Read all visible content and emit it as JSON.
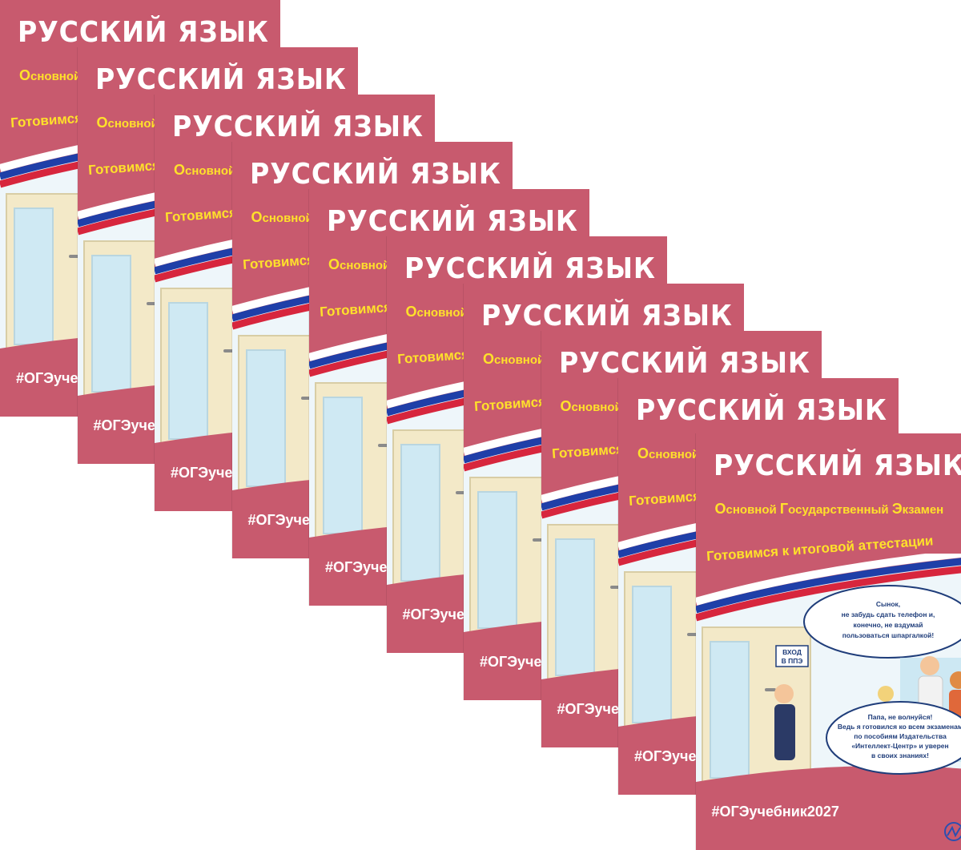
{
  "book": {
    "title": "РУССКИЙ ЯЗЫК",
    "subtitle_parts": [
      {
        "cap": "О",
        "rest": "сновной "
      },
      {
        "cap": "Г",
        "rest": "осударственный "
      },
      {
        "cap": "Э",
        "rest": "кзамен"
      }
    ],
    "prep_line": "Готовимся к итоговой аттестации",
    "bubble_mother": [
      "Сынок,",
      "не забудь сдать телефон и,",
      "конечно, не вздумай",
      "пользоваться шпаргалкой!"
    ],
    "bubble_son": [
      "Папа, не волнуйся!",
      "Ведь я готовился ко всем экзаменам",
      "по пособиям Издательства",
      "«Интеллект-Центр» и уверен",
      "в своих знаниях!"
    ],
    "door_sign": [
      "ВХОД",
      "В ППЭ"
    ],
    "hashtag": "#ОГЭучебник2027"
  },
  "colors": {
    "cover": "#c85a6e",
    "title": "#ffffff",
    "accent": "#ffe12a",
    "flag_white": "#ffffff",
    "flag_blue": "#1f3fa8",
    "flag_red": "#d7263d"
  },
  "copies_count": 10
}
